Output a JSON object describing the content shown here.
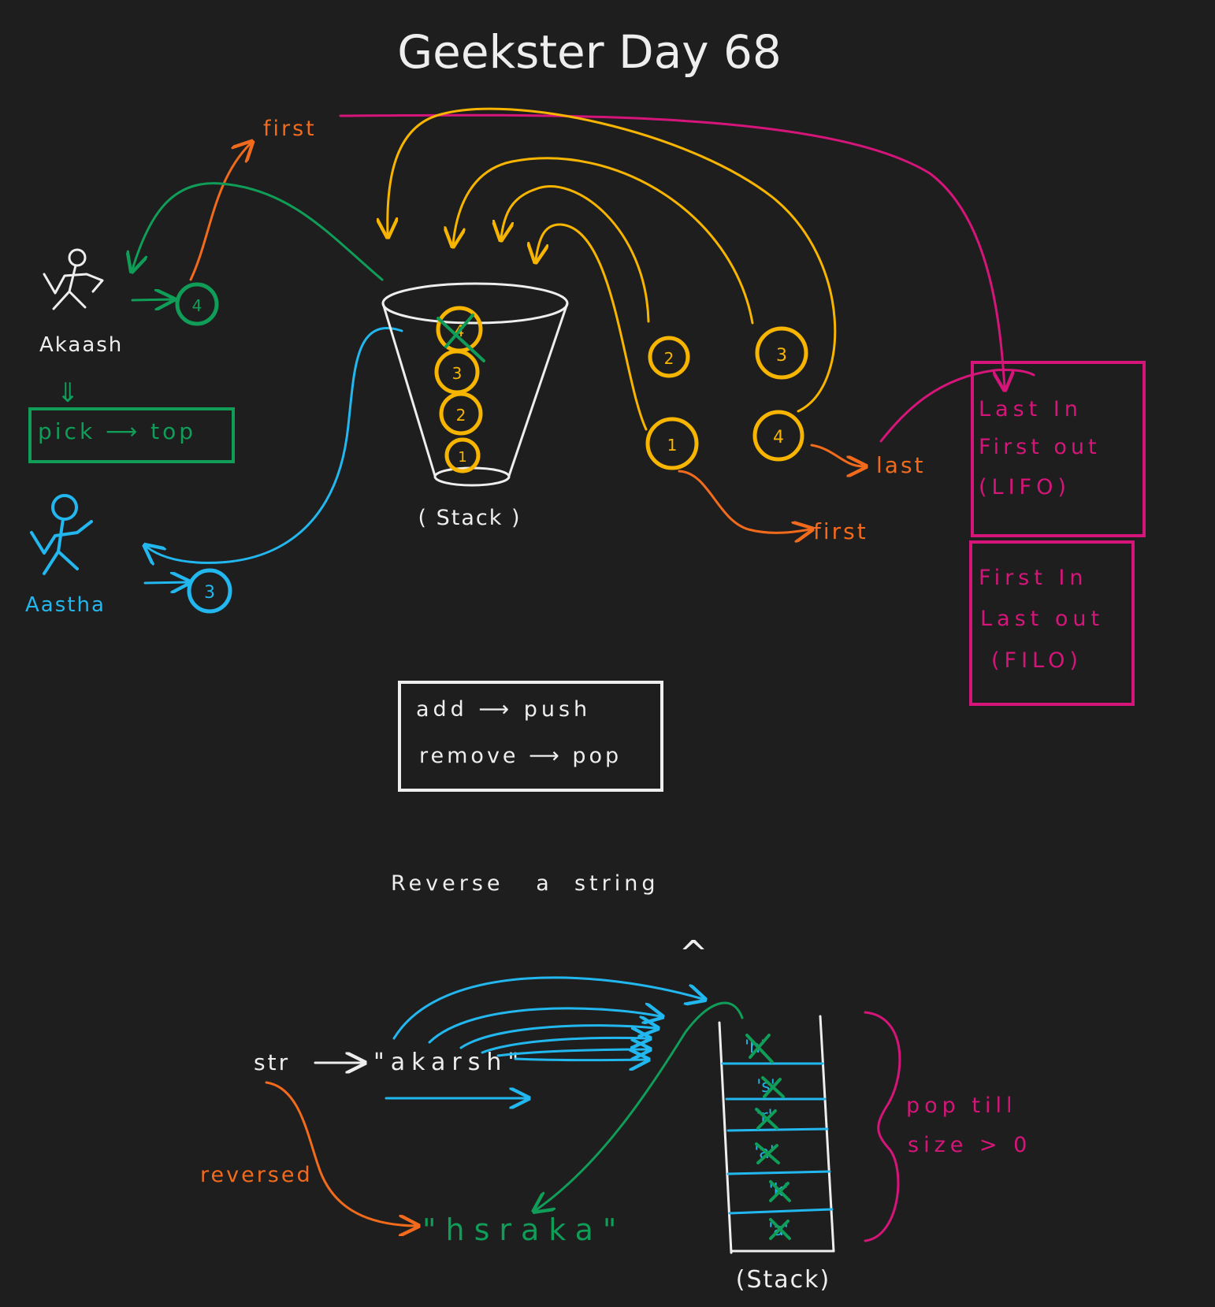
{
  "title": "Geekster Day 68",
  "colors": {
    "background": "#1e1e1e",
    "white": "#eeeeee",
    "yellow": "#f7b500",
    "green": "#0f9d58",
    "blue": "#22b8ef",
    "orange": "#f26b1d",
    "pink": "#d6157a"
  },
  "people": {
    "akash": {
      "name": "Akaash",
      "holding": "4"
    },
    "aastha": {
      "name": "Aastha",
      "holding": "3"
    }
  },
  "pick_box": {
    "arrow_glyph": "⇓",
    "text": "pick ⟶ top"
  },
  "labels": {
    "first_top": "first",
    "first_bottom": "first",
    "last": "last",
    "stack_top": "( Stack )",
    "stack_bottom": "(Stack)",
    "reverse_title": "Reverse   a  string",
    "caret": "^",
    "str_label": "str",
    "str_value": "\"akarsh\"",
    "reversed_label": "reversed",
    "reversed_value": "\"hsraka\""
  },
  "bucket_items": [
    "4",
    "3",
    "2",
    "1"
  ],
  "loose_balls": [
    "2",
    "3",
    "1",
    "4"
  ],
  "lifo_box": {
    "line1": "Last In",
    "line2": "First out",
    "line3": "(LIFO)"
  },
  "filo_box": {
    "line1": "First In",
    "line2": "Last out",
    "line3": "(FILO)"
  },
  "ops_box": {
    "add": "add ⟶ push",
    "remove": "remove ⟶ pop"
  },
  "right_stack_cells": [
    "'h'",
    "'s'",
    "'r'",
    "'a'",
    "'k'",
    "'a'"
  ],
  "pop_note": {
    "line1": "pop till",
    "line2": "size > 0"
  }
}
